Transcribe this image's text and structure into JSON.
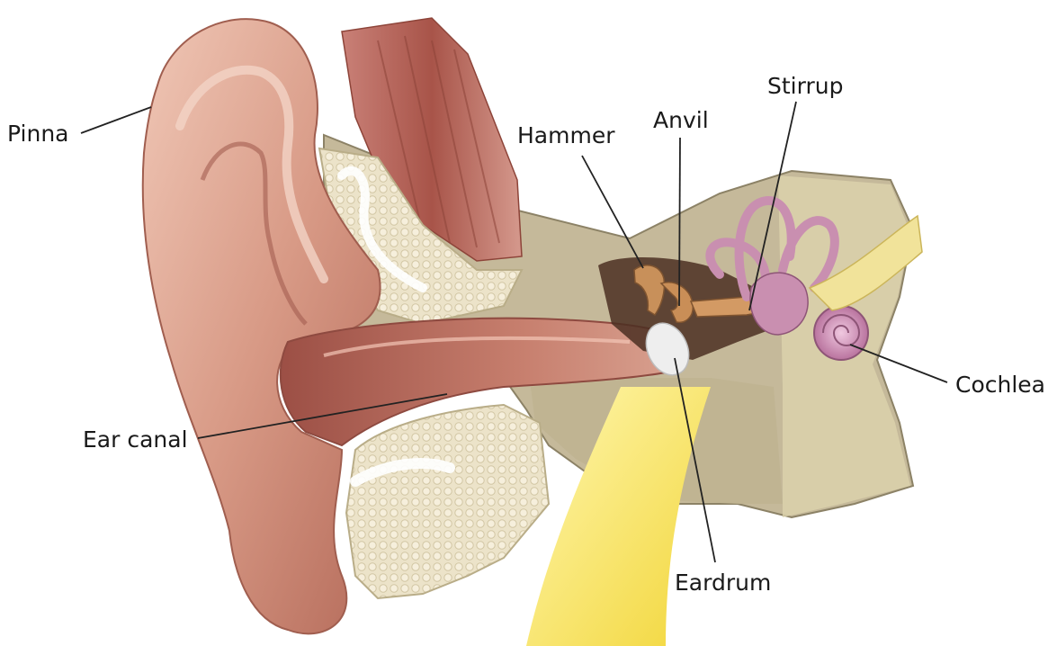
{
  "labels": {
    "pinna": "Pinna",
    "hammer": "Hammer",
    "anvil": "Anvil",
    "stirrup": "Stirrup",
    "cochlea": "Cochlea",
    "ear_canal": "Ear canal",
    "eardrum": "Eardrum"
  },
  "colors": {
    "skin": "#d89a86",
    "skin_dark": "#a8584a",
    "bone": "#c3b795",
    "cartilage": "#e6dcc0",
    "muscle": "#b56a5e",
    "inner_ear": "#c98fb0",
    "ossicle": "#c8905a",
    "nerve": "#f1e39a",
    "tube": "#f3e060"
  }
}
